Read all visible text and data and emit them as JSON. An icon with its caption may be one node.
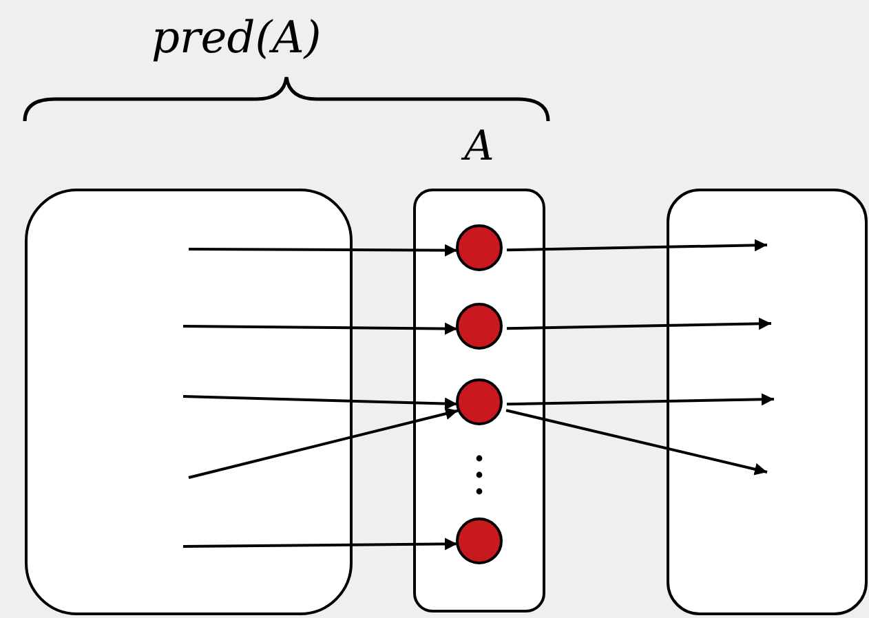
{
  "diagram": {
    "nodes": [
      {
        "text": [],
        "shape": "box"
      },
      {
        "text": [
          "A"
        ]
      },
      {
        "text": [],
        "shape": "circle",
        "in": 1
      },
      {
        "text": [],
        "shape": "circle",
        "in": 1
      },
      {
        "text": [],
        "shape": "circle",
        "in": 1
      },
      {
        "text": [],
        "shape": "circle",
        "in": 1
      },
      {
        "text": [],
        "shape": "box"
      }
    ],
    "edges": [
      {
        "from": 0,
        "to": 2,
        "arrow": "to"
      },
      {
        "from": 0,
        "to": 3,
        "arrow": "to"
      },
      {
        "from": 0,
        "to": 4,
        "arrow": "to"
      },
      {
        "from": 0,
        "to": 4,
        "arrow": "to"
      },
      {
        "from": 0,
        "to": 5,
        "arrow": "to"
      },
      {
        "from": 2,
        "to": 6,
        "arrow": "to"
      },
      {
        "from": 3,
        "to": 6,
        "arrow": "to"
      },
      {
        "from": 4,
        "to": 6,
        "arrow": "to"
      },
      {
        "from": 4,
        "to": 6,
        "arrow": "to"
      }
    ],
    "labels": [
      "pred(A)"
    ]
  }
}
